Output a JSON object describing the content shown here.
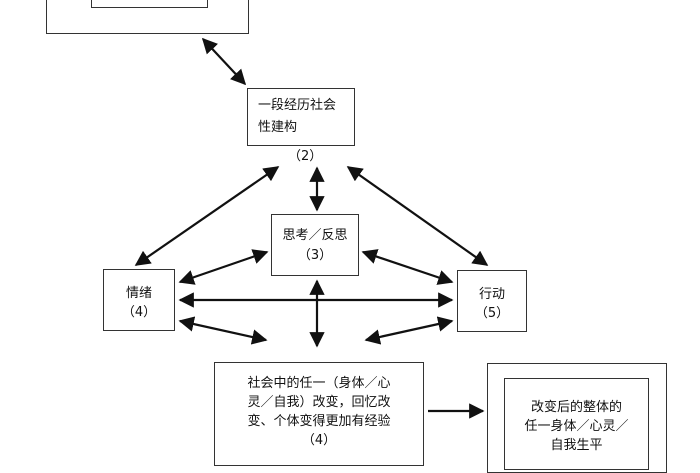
{
  "nodes": {
    "construction": {
      "line1": "一段经历社会",
      "line2": "性建构",
      "num": "（2）"
    },
    "reflection": {
      "line1": "思考／反思",
      "num": "（3）"
    },
    "emotion": {
      "line1": "情绪",
      "num": "（4）"
    },
    "action": {
      "line1": "行动",
      "num": "（5）"
    },
    "change": {
      "text": "社会中的任一（身体／心\n灵／自我）改变，回忆改\n变、个体变得更加有经验\n（4）"
    },
    "result": {
      "text": "改变后的整体的\n任一身体／心灵／\n自我生平"
    }
  }
}
